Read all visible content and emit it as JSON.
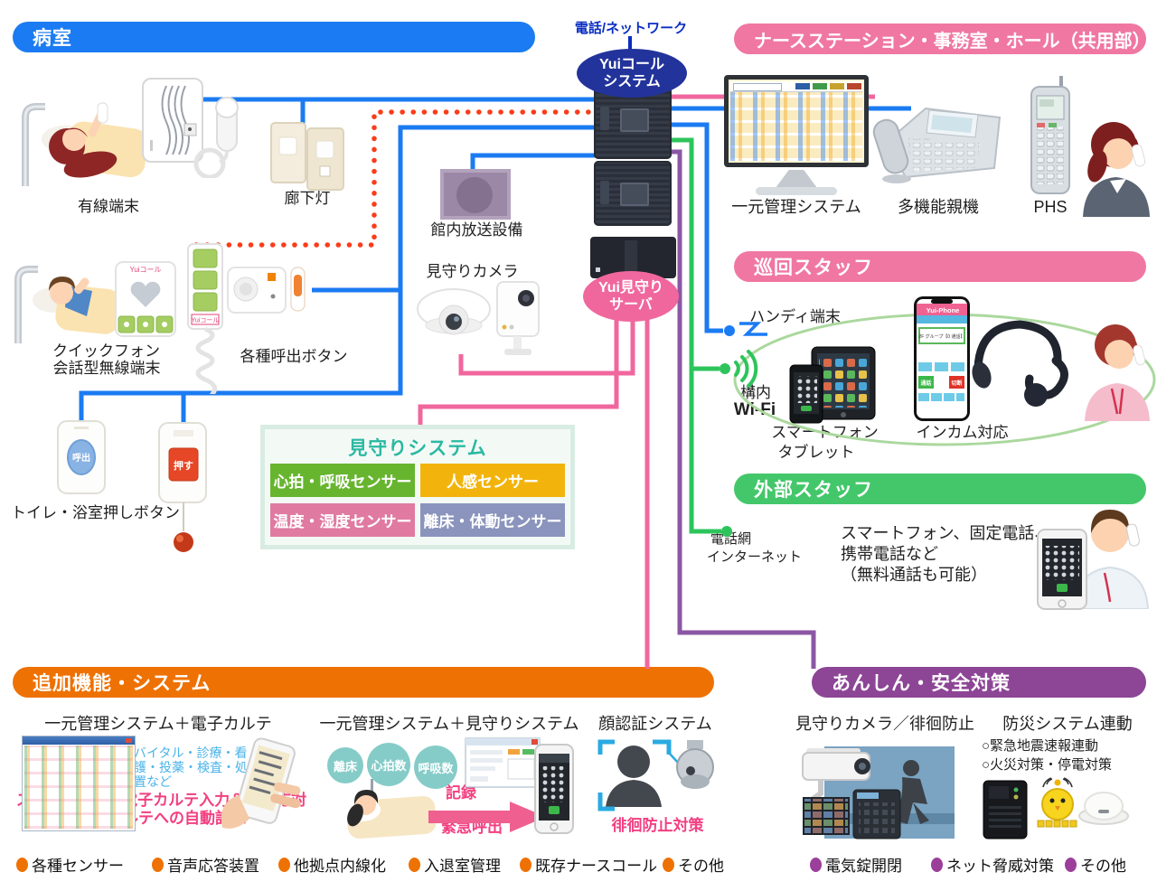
{
  "palette": {
    "blue_line": "#1b7bf2",
    "red_dotted": "#fb3c19",
    "pink_line": "#f0679e",
    "green_line": "#2ec45c",
    "purple_line": "#8b57a4",
    "header_pink": "#f077a2",
    "header_green": "#43c76a",
    "header_orange": "#ee7103",
    "header_purple": "#8d4596",
    "navy_oval": "#22339b",
    "teal_title": "#2bb8a2"
  },
  "top": {
    "room_header": "病室",
    "network_label": "電話/ネットワーク",
    "call_system_line1": "Yuiコール",
    "call_system_line2": "システム",
    "nurse_header": "ナースステーション・事務室・ホール（共用部）"
  },
  "room": {
    "wired_terminal": "有線端末",
    "corridor_light": "廊下灯",
    "broadcast": "館内放送設備",
    "watch_camera": "見守りカメラ",
    "quickphone_line1": "クイックフォン",
    "quickphone_line2": "会話型無線端末",
    "call_buttons": "各種呼出ボタン",
    "toilet_buttons": "トイレ・浴室押しボタン",
    "button_call": "呼出",
    "button_push": "押す",
    "yui_logo": "Yuiコール"
  },
  "watch_system": {
    "title": "見守りシステム",
    "sensors": [
      {
        "label": "心拍・呼吸センサー",
        "color": "#67b52f"
      },
      {
        "label": "人感センサー",
        "color": "#f2b40c"
      },
      {
        "label": "温度・湿度センサー",
        "color": "#e07aa0"
      },
      {
        "label": "離床・体動センサー",
        "color": "#8a94bd"
      }
    ]
  },
  "server": {
    "watch_server_line1": "Yui見守り",
    "watch_server_line2": "サーバ"
  },
  "nurse_station": {
    "monitor_label": "一元管理システム",
    "phone_label": "多機能親機",
    "phs_label": "PHS"
  },
  "patrol": {
    "header": "巡回スタッフ",
    "handy": "ハンディ端末",
    "wifi_line1": "構内",
    "wifi_line2": "Wi-Fi",
    "smartphone": "スマートフォン",
    "tablet": "タブレット",
    "incom": "インカム対応",
    "app_name": "Yui-Phone",
    "app_group": "2F グループ【0 通話】",
    "app_talk": "通話",
    "app_cut": "切断"
  },
  "external": {
    "header": "外部スタッフ",
    "network_line1": "電話網",
    "network_line2": "インターネット",
    "desc_line1": "スマートフォン、固定電話、",
    "desc_line2": "携帯電話など",
    "desc_line3": "（無料通話も可能）"
  },
  "additional": {
    "header": "追加機能・システム",
    "col1_title": "一元管理システム＋電子カルテ",
    "col1_note_line1": "バイタル・診療・看",
    "col1_note_line2": "護・投薬・検査・処",
    "col1_note_line3": "置など",
    "col1_pink_line1": "スマホひとつで電子カルテ入力＆呼出応対",
    "col1_pink_line2": "電子カルテへの自動記録",
    "col2_title": "一元管理システム＋見守りシステム",
    "bubbles": [
      "離床",
      "心拍数",
      "呼吸数"
    ],
    "record": "記録",
    "emergency_call": "緊急呼出",
    "col3_title": "顔認証システム",
    "col3_caption": "徘徊防止対策",
    "bullets": [
      "各種センサー",
      "音声応答装置",
      "他拠点内線化",
      "入退室管理",
      "既存ナースコール",
      "その他"
    ]
  },
  "safety": {
    "header": "あんしん・安全対策",
    "camera_title": "見守りカメラ／徘徊防止",
    "disaster_title": "防災システム連動",
    "note_line1": "○緊急地震速報連動",
    "note_line2": "○火災対策・停電対策",
    "bullets": [
      "電気錠開閉",
      "ネット脅威対策",
      "その他"
    ]
  }
}
